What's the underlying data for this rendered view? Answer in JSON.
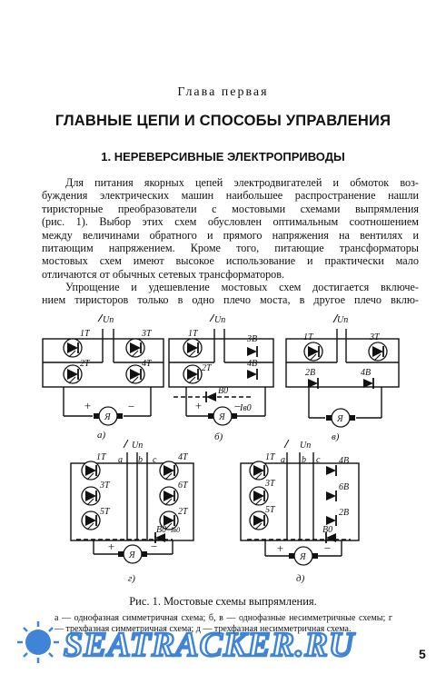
{
  "header": {
    "chapter_label": "Глава первая",
    "chapter_title": "ГЛАВНЫЕ ЦЕПИ И СПОСОБЫ УПРАВЛЕНИЯ",
    "section_title": "1. НЕРЕВЕРСИВНЫЕ ЭЛЕКТРОПРИВОДЫ"
  },
  "body": {
    "paragraph1_lines": [
      "Для питания якорных цепей электродвигателей и обмоток воз-",
      "буждения электрических машин наибольшее распространение нашли",
      "тиристорные преобразователи с мостовыми схемами выпрямления",
      "(рис. 1). Выбор этих схем обусловлен оптимальным соотношением",
      "между величинами обратного и прямого напряжения на вентилях и",
      "питающим напряжением. Кроме того, питающие трансформаторы",
      "мостовых схем имеют высокое использование и практически мало",
      "отличаются от обычных сетевых трансформаторов."
    ],
    "paragraph2_lines": [
      "Упрощение и удешевление мостовых схем достигается включе-",
      "нием тиристоров только в одно плечо моста, в другое плечо вклю-"
    ]
  },
  "figure": {
    "labels": {
      "a": "а)",
      "b": "б)",
      "v": "в)",
      "g": "г)",
      "d": "д)",
      "un": "Uп",
      "t1": "1T",
      "t2": "2T",
      "t3": "3T",
      "t4": "4T",
      "t5": "5T",
      "t6": "6T",
      "v2": "2В",
      "v3": "3В",
      "v4": "4В",
      "v6": "6В",
      "v0": "В0",
      "i0": "Iв0",
      "ya": "Я",
      "plus": "+",
      "minus": "−",
      "pa": "a",
      "pb": "b",
      "pc": "c"
    },
    "caption": "Рис. 1. Мостовые схемы выпрямления.",
    "legend": "а — однофазная симметричная схема; б, в — однофазные несимметричные схемы; г — трехфазная симметричная схема; д — трехфазная несимметричная схема."
  },
  "watermark": {
    "text": "SEATRACKER.RU",
    "color": "#1e6fd0"
  },
  "page_number": "5"
}
